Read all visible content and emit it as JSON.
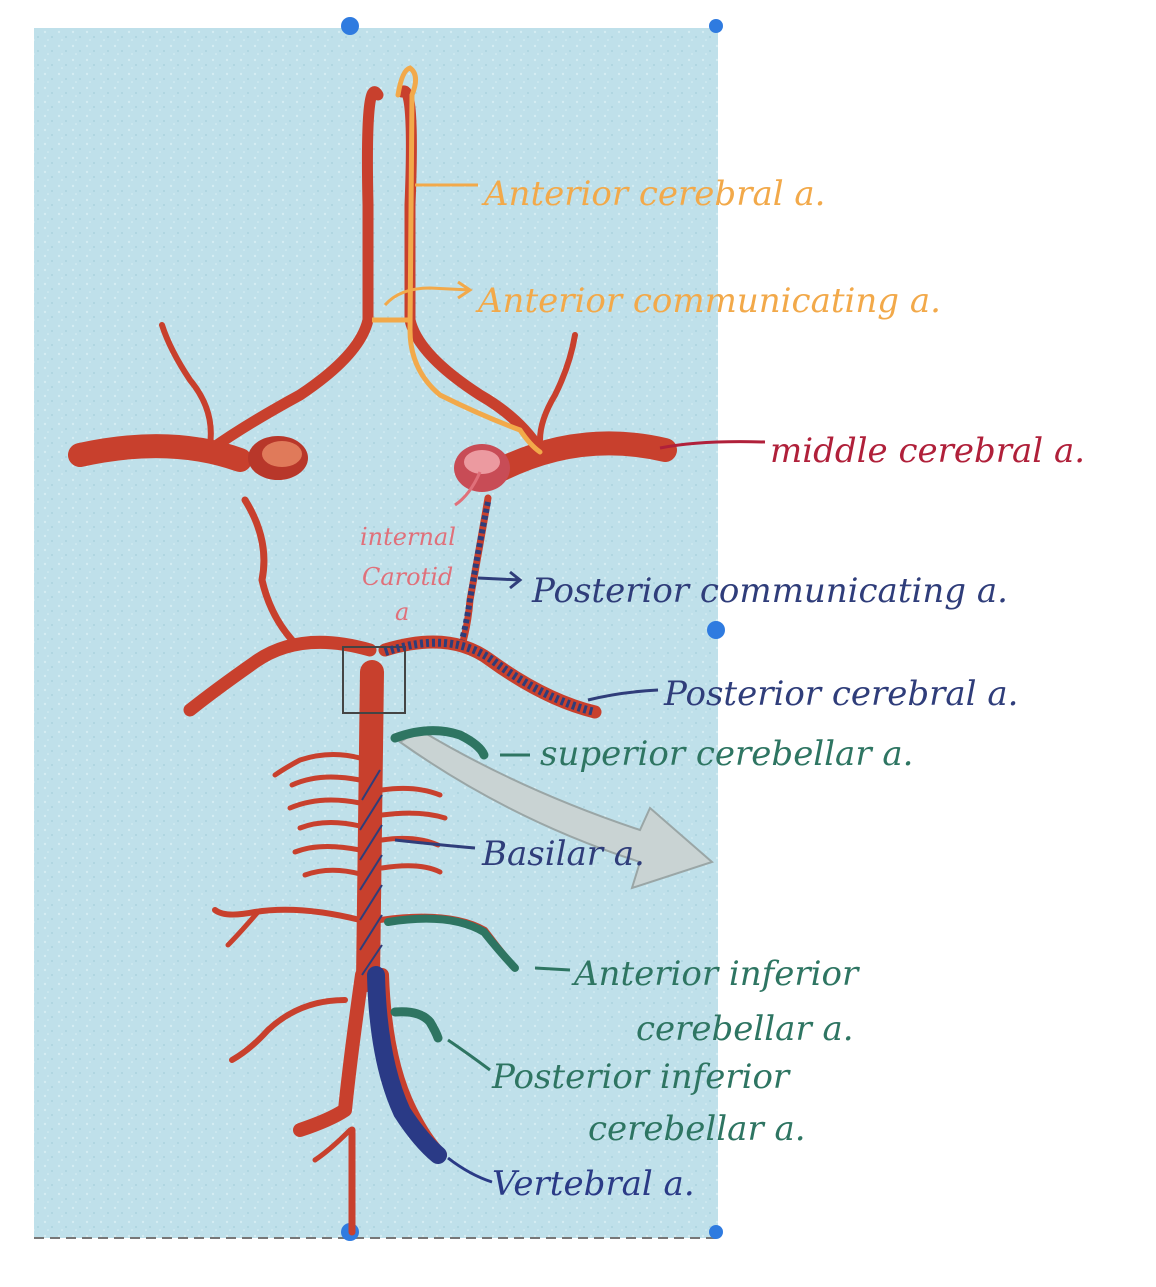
{
  "colors": {
    "panel_bg": "#bfe1ea",
    "artery": "#c8402d",
    "artery_dark": "#9e2c1f",
    "anterior": "#f2a94a",
    "middle": "#b0203a",
    "carotid": "#e0707a",
    "posterior": "#2f3d7a",
    "cerebellar": "#2e7562",
    "vertebral": "#2a3a86",
    "handle": "#2f7be0"
  },
  "labels": {
    "anterior_cerebral": "Anterior cerebral a.",
    "anterior_communicating": "Anterior communicating a.",
    "middle_cerebral": "middle cerebral a.",
    "internal_carotid_1": "internal",
    "internal_carotid_2": "Carotid",
    "internal_carotid_3": "a",
    "posterior_communicating": "Posterior communicating a.",
    "posterior_cerebral": "Posterior cerebral a.",
    "superior_cerebellar": "superior cerebellar a.",
    "basilar": "Basilar a.",
    "aica_1": "Anterior inferior",
    "aica_2": "cerebellar a.",
    "pica_1": "Posterior inferior",
    "pica_2": "cerebellar a.",
    "vertebral": "Vertebral a."
  }
}
